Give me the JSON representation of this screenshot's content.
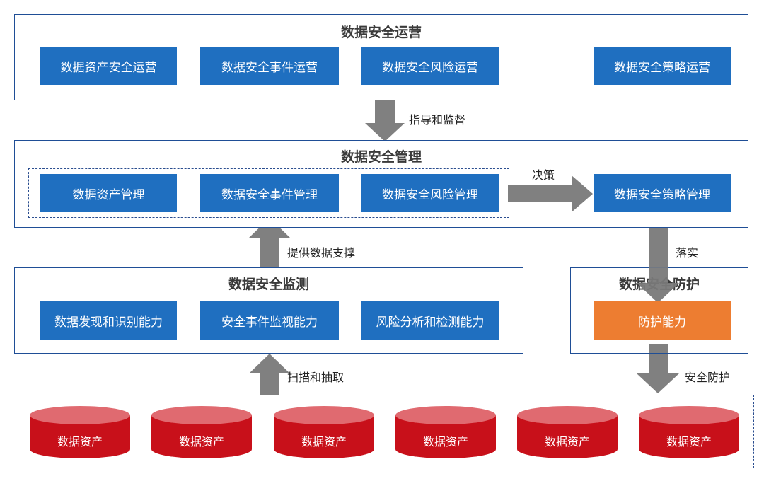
{
  "operations": {
    "title": "数据安全运营",
    "items": [
      "数据资产安全运营",
      "数据安全事件运营",
      "数据安全风险运营",
      "数据安全策略运营"
    ]
  },
  "management": {
    "title": "数据安全管理",
    "items": [
      "数据资产管理",
      "数据安全事件管理",
      "数据安全风险管理"
    ],
    "strategy": "数据安全策略管理"
  },
  "monitoring": {
    "title": "数据安全监测",
    "items": [
      "数据发现和识别能力",
      "安全事件监视能力",
      "风险分析和检测能力"
    ]
  },
  "protection": {
    "title": "数据安全防护",
    "item": "防护能力"
  },
  "assets": [
    "数据资产",
    "数据资产",
    "数据资产",
    "数据资产",
    "数据资产",
    "数据资产"
  ],
  "arrows": {
    "guidance": "指导和监督",
    "decision": "决策",
    "support": "提供数据支撑",
    "implement": "落实",
    "scan": "扫描和抽取",
    "protect": "安全防护"
  },
  "colors": {
    "panel_border": "#1f4e96",
    "box_blue": "#1f6fc0",
    "box_orange": "#ed7d31",
    "cylinder_red": "#c8101a",
    "arrow_gray": "#808080"
  }
}
